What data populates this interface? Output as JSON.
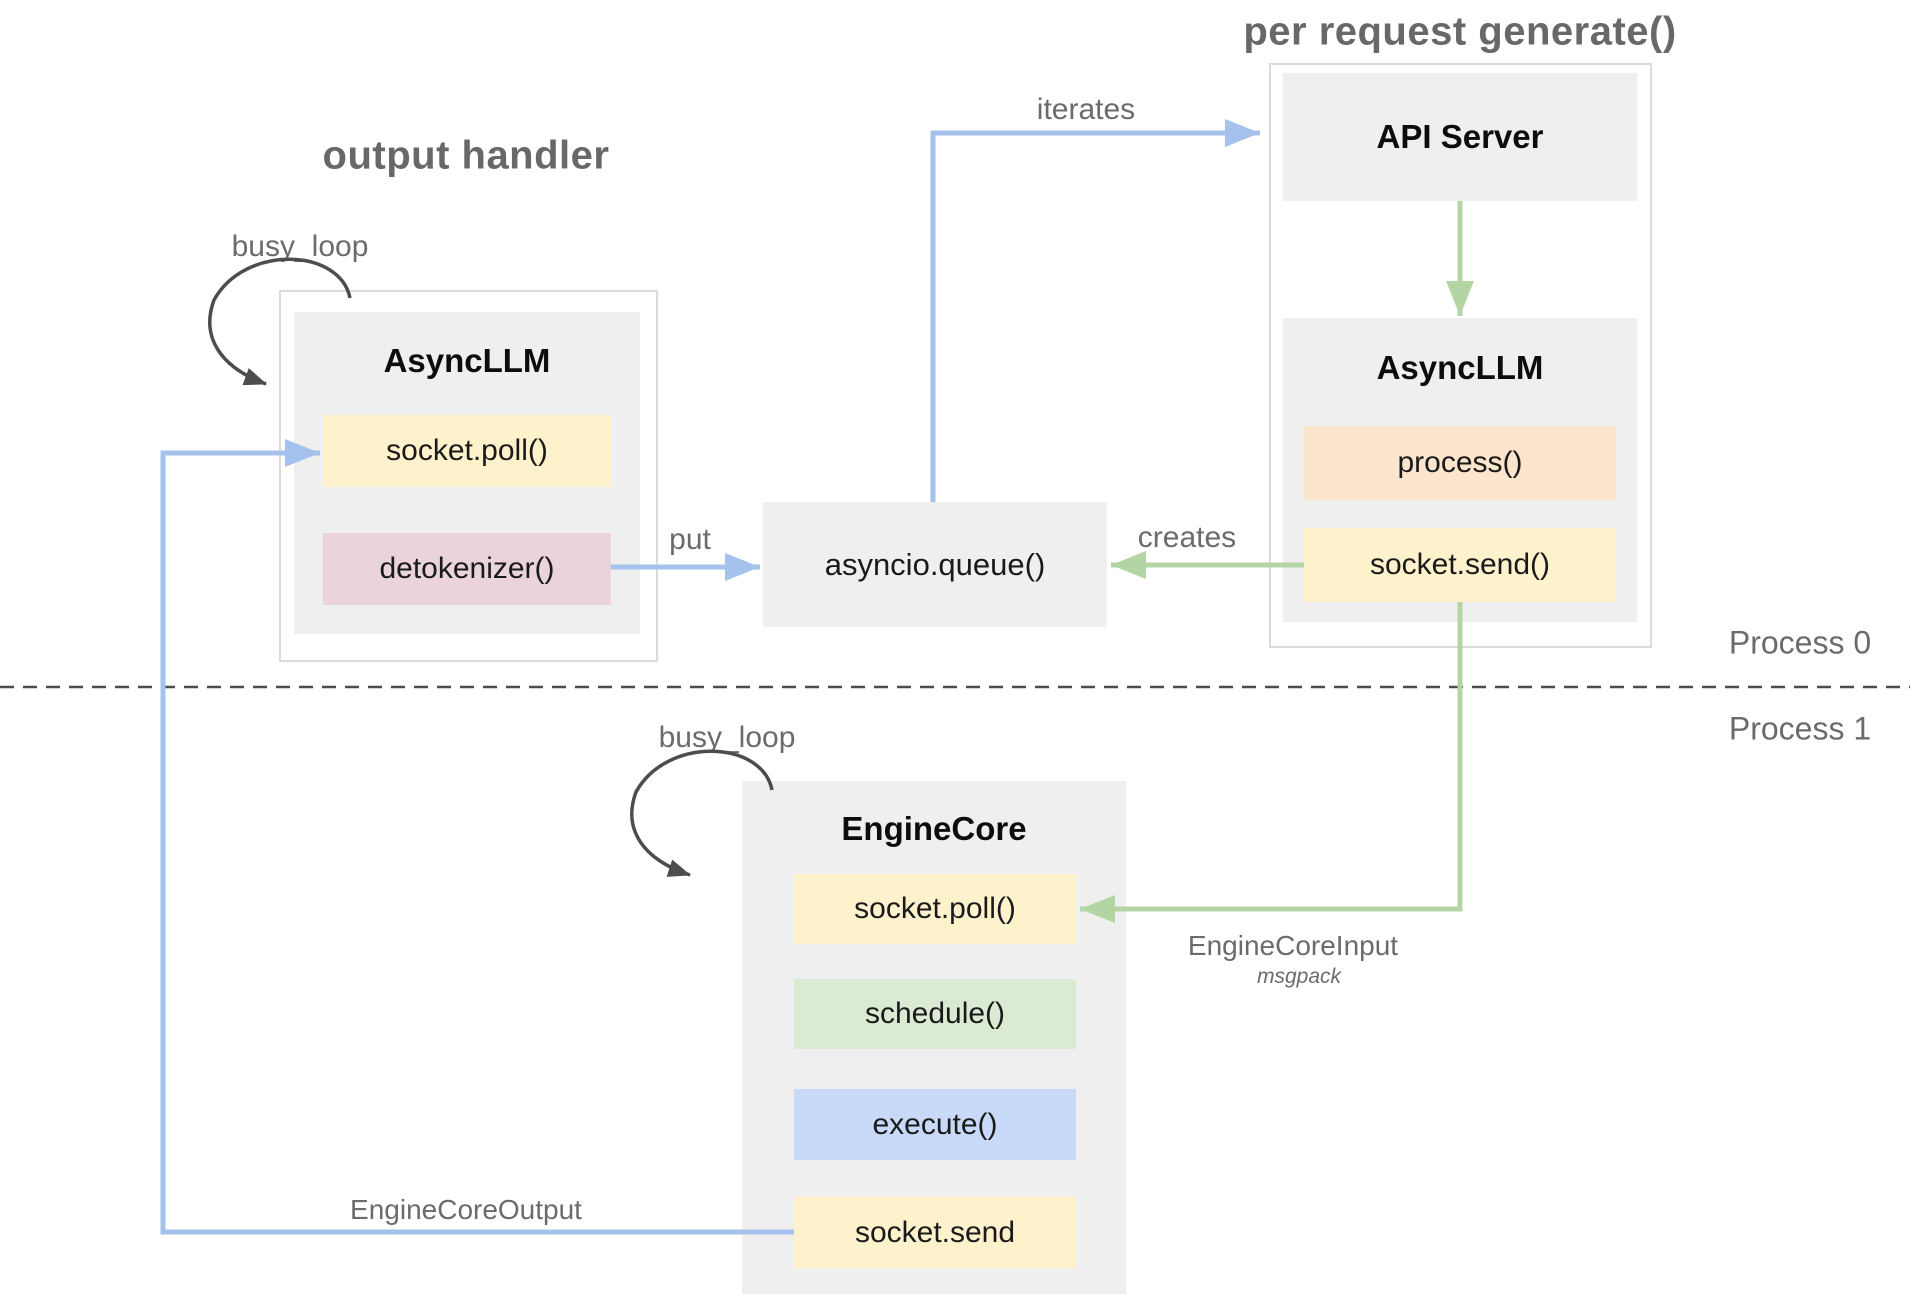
{
  "section_titles": {
    "output_handler": "output handler",
    "per_request_generate": "per request generate()"
  },
  "process_boundary": {
    "process0": "Process 0",
    "process1": "Process 1"
  },
  "left_async_llm": {
    "busy_loop": "busy_loop",
    "title": "AsyncLLM",
    "socket_poll": "socket.poll()",
    "detokenizer": "detokenizer()"
  },
  "queue": {
    "label": "asyncio.queue()"
  },
  "api_server": {
    "title": "API Server"
  },
  "right_async_llm": {
    "title": "AsyncLLM",
    "process": "process()",
    "socket_send": "socket.send()"
  },
  "engine_core": {
    "busy_loop": "busy_loop",
    "title": "EngineCore",
    "socket_poll": "socket.poll()",
    "schedule": "schedule()",
    "execute": "execute()",
    "socket_send": "socket.send"
  },
  "arrow_labels": {
    "iterates": "iterates",
    "put": "put",
    "creates": "creates",
    "engine_core_input": "EngineCoreInput",
    "engine_core_input_format": "msgpack",
    "engine_core_output": "EngineCoreOutput"
  },
  "colors": {
    "yellow": "#FDF2CC",
    "pink": "#EAD3DD",
    "peach": "#FCE5CD",
    "green": "#DAEAD3",
    "blue": "#C9DAF8",
    "panel_gray": "#EFEFEF",
    "blue_arrow": "#A4C2EC",
    "green_arrow": "#B3D5A4",
    "dark_arrow": "#4D4D4D",
    "label_gray": "#666666"
  }
}
